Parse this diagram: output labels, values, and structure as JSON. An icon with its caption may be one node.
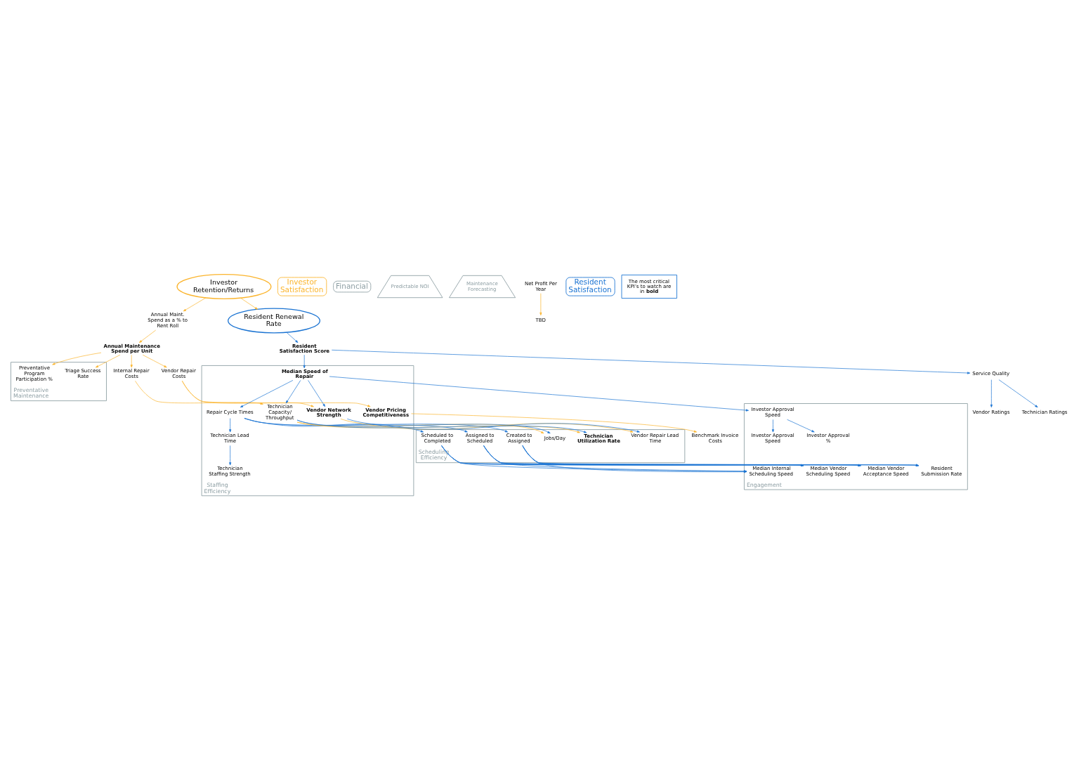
{
  "diagram": {
    "nodes": [
      {
        "text": [
          "Investor Retention/Returns"
        ]
      },
      {
        "text": [
          "Investor Satisfaction"
        ]
      },
      {
        "text": [
          "Financial"
        ]
      },
      {
        "text": [
          "Predictable NOI"
        ]
      },
      {
        "text": [
          "Maintenance Forecasting"
        ]
      },
      {
        "text": [
          "Annual Maint. Spend as a % to Rent Roll"
        ]
      },
      {
        "text": [
          "Annual Maintenance Spend per Unit"
        ]
      },
      {
        "text": [
          "Net Profit Per Year"
        ]
      },
      {
        "text": [
          "TBD"
        ]
      },
      {
        "text": [
          "Preventative Maintenance"
        ]
      },
      {
        "text": [
          "Triage Success Rate"
        ],
        "in": 9
      },
      {
        "text": [
          "Preventative Program Participation %"
        ],
        "in": 9
      },
      {
        "text": [
          "Internal Repair Costs"
        ]
      },
      {
        "text": [
          "Vendor Repair Costs"
        ]
      },
      {
        "text": [
          "Resident Renewal Rate"
        ]
      },
      {
        "text": [
          "Resident Satisfaction"
        ]
      },
      {
        "text": [
          "Resident Satisfaction Score"
        ]
      },
      {
        "text": [
          "Service Quality"
        ]
      },
      {
        "text": [
          "Vendor Ratings"
        ]
      },
      {
        "text": [
          "Technician Ratings"
        ]
      },
      {
        "text": [
          "Staffing Efficiency"
        ]
      },
      {
        "text": [
          "Median Speed of Repair"
        ],
        "in": 20
      },
      {
        "text": [
          "Repair Cycle Times"
        ],
        "in": 20
      },
      {
        "text": [
          "Technician Lead Time"
        ],
        "in": 20
      },
      {
        "text": [
          "Technician Staffing Strength"
        ],
        "in": 20
      },
      {
        "text": [
          "Vendor Network Strength"
        ],
        "in": 20
      },
      {
        "text": [
          "Technician Capacity/ Throughput"
        ],
        "in": 20
      },
      {
        "text": [
          "Vendor Pricing Competitiveness"
        ],
        "in": 20
      },
      {
        "text": [
          "Benchmark Invoice Costs"
        ]
      },
      {
        "text": [
          "Scheduling Efficiency"
        ]
      },
      {
        "text": [
          "Created to Assigned"
        ],
        "in": 29
      },
      {
        "text": [
          "Assigned to Scheduled"
        ],
        "in": 29
      },
      {
        "text": [
          "Scheduled to Completed"
        ],
        "in": 29
      },
      {
        "text": [
          "Vendor Repair Lead Time"
        ],
        "in": 29
      },
      {
        "text": [
          "Technician Utilization Rate"
        ],
        "in": 29
      },
      {
        "text": [
          "Jobs/Day"
        ],
        "in": 29
      },
      {
        "text": [
          "Engagement"
        ]
      },
      {
        "text": [
          "Investor Approval Speed"
        ],
        "in": 36
      },
      {
        "text": [
          "Investor Approval Speed"
        ],
        "in": 36
      },
      {
        "text": [
          "Investor Approval %"
        ],
        "in": 36
      },
      {
        "text": [
          "Resident Submission Rate"
        ],
        "in": 36
      },
      {
        "text": [
          "Median Vendor Acceptance Speed"
        ],
        "in": 36
      },
      {
        "text": [
          "Median Vendor Scheduling Speed"
        ],
        "in": 36
      },
      {
        "text": [
          "Median Internal Scheduling Speed"
        ],
        "in": 36
      },
      {
        "text": [
          "The most critical KPI’s to watch are in **bold**"
        ]
      }
    ],
    "edges": [
      {
        "from": 0,
        "to": 5,
        "arrow": "to",
        "color": "#fbb42c"
      },
      {
        "from": 0,
        "to": 14,
        "arrow": "to",
        "color": "#fbb42c"
      },
      {
        "from": 5,
        "to": 6,
        "arrow": "to",
        "color": "#fbb42c"
      },
      {
        "from": 7,
        "to": 8,
        "arrow": "to",
        "color": "#fbb42c"
      },
      {
        "from": 6,
        "to": 10,
        "arrow": "to",
        "color": "#fbb42c"
      },
      {
        "from": 6,
        "to": 11,
        "arrow": "to",
        "color": "#fbb42c"
      },
      {
        "from": 6,
        "to": 12,
        "arrow": "to",
        "color": "#fbb42c"
      },
      {
        "from": 6,
        "to": 13,
        "arrow": "to",
        "color": "#fbb42c"
      },
      {
        "from": 12,
        "to": 26,
        "arrow": "to",
        "color": "#fbb42c"
      },
      {
        "from": 13,
        "to": 25,
        "arrow": "to",
        "color": "#fbb42c"
      },
      {
        "from": 13,
        "to": 27,
        "arrow": "to",
        "color": "#fbb42c"
      },
      {
        "from": 27,
        "to": 28,
        "arrow": "to",
        "color": "#fbb42c"
      },
      {
        "from": 25,
        "to": 33,
        "arrow": "to",
        "color": "#fbb42c"
      },
      {
        "from": 26,
        "to": 34,
        "arrow": "to",
        "color": "#fbb42c"
      },
      {
        "from": 26,
        "to": 35,
        "arrow": "to",
        "color": "#fbb42c"
      },
      {
        "from": 14,
        "to": 16,
        "arrow": "to"
      },
      {
        "from": 16,
        "to": 17,
        "arrow": "to"
      },
      {
        "from": 16,
        "to": 21,
        "arrow": "to"
      },
      {
        "from": 17,
        "to": 18,
        "arrow": "to"
      },
      {
        "from": 17,
        "to": 19,
        "arrow": "to"
      },
      {
        "from": 21,
        "to": 22,
        "arrow": "to"
      },
      {
        "from": 21,
        "to": 25,
        "arrow": "to"
      },
      {
        "from": 21,
        "to": 26,
        "arrow": "to"
      },
      {
        "from": 21,
        "to": 37,
        "arrow": "to"
      },
      {
        "from": 22,
        "to": 23,
        "arrow": "to"
      },
      {
        "from": 23,
        "to": 24,
        "arrow": "to"
      },
      {
        "from": 22,
        "to": 30,
        "arrow": "to"
      },
      {
        "from": 22,
        "to": 31,
        "arrow": "to"
      },
      {
        "from": 22,
        "to": 32,
        "arrow": "to"
      },
      {
        "from": 25,
        "to": 33,
        "arrow": "to"
      },
      {
        "from": 26,
        "to": 34,
        "arrow": "to"
      },
      {
        "from": 26,
        "to": 35,
        "arrow": "to"
      },
      {
        "from": 30,
        "to": 40,
        "arrow": "to"
      },
      {
        "from": 30,
        "to": 41,
        "arrow": "to"
      },
      {
        "from": 30,
        "to": 42,
        "arrow": "to"
      },
      {
        "from": 30,
        "to": 43,
        "arrow": "to"
      },
      {
        "from": 31,
        "to": 40,
        "arrow": "to"
      },
      {
        "from": 31,
        "to": 41,
        "arrow": "to"
      },
      {
        "from": 31,
        "to": 42,
        "arrow": "to"
      },
      {
        "from": 31,
        "to": 43,
        "arrow": "to"
      },
      {
        "from": 32,
        "to": 40,
        "arrow": "to"
      },
      {
        "from": 32,
        "to": 41,
        "arrow": "to"
      },
      {
        "from": 32,
        "to": 42,
        "arrow": "to"
      },
      {
        "from": 32,
        "to": 43,
        "arrow": "to"
      },
      {
        "from": 37,
        "to": 38,
        "arrow": "to"
      },
      {
        "from": 37,
        "to": 39,
        "arrow": "to"
      }
    ]
  }
}
